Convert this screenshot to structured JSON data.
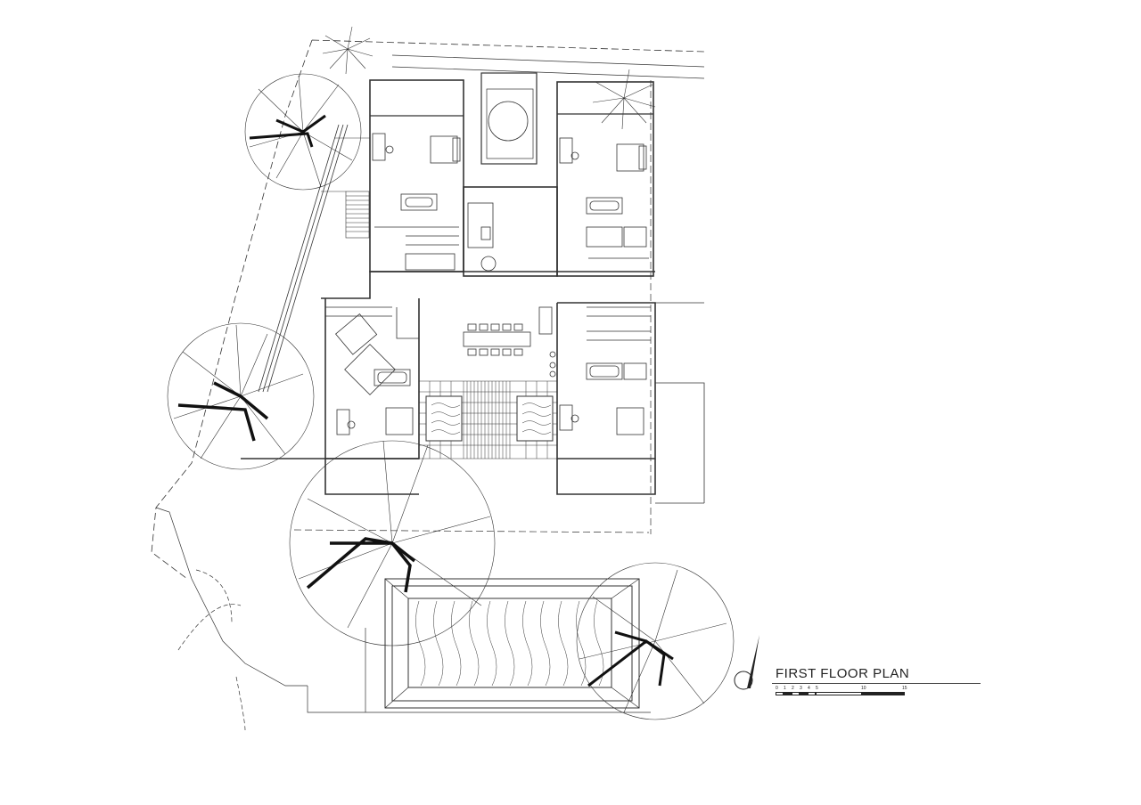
{
  "plan": {
    "title": "FIRST FLOOR PLAN",
    "scale_ticks": [
      "0",
      "1",
      "2",
      "3",
      "4",
      "5",
      "10",
      "15"
    ],
    "north_label": "N",
    "colors": {
      "line": "#333333",
      "trunk": "#111111",
      "paper": "#ffffff"
    }
  }
}
